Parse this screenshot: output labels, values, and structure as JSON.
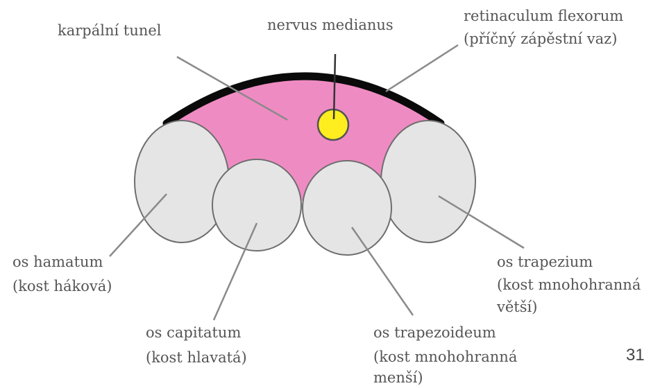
{
  "labels": {
    "carpal_tunnel": "karpální tunel",
    "median_nerve": "nervus medianus",
    "retinaculum_line1": "retinaculum flexorum",
    "retinaculum_line2": "(příčný zápěstní vaz)",
    "hamatum_line1": "os hamatum",
    "hamatum_line2": "(kost háková)",
    "capitatum_line1": "os capitatum",
    "capitatum_line2": "(kost hlavatá)",
    "trapezoideum_line1": "os trapezoideum",
    "trapezoideum_line2": "(kost mnohohranná",
    "trapezoideum_line3": "menší)",
    "trapezium_line1": "os trapezium",
    "trapezium_line2": "(kost mnohohranná",
    "trapezium_line3": "větší)"
  },
  "slide_number": "31",
  "colors": {
    "tunnel_fill": "#ef8bc3",
    "nerve_fill": "#ffee1f",
    "bone_fill": "#e5e5e5",
    "retinaculum": "#0a0a0a",
    "leader_line": "#8a8a8a"
  },
  "icons": {
    "median_nerve": "yellow-circle",
    "bones": "grey-circles"
  }
}
